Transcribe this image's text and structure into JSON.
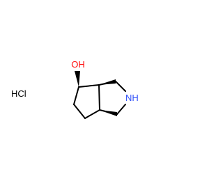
{
  "molecule": {
    "salt_label": "HCl",
    "hydroxyl_label": "OH",
    "amine_label": "NH"
  },
  "colors": {
    "bond": "#000000",
    "salt": "#000000",
    "oxygen": "#ff0d0d",
    "nitrogen": "#3050f8"
  }
}
